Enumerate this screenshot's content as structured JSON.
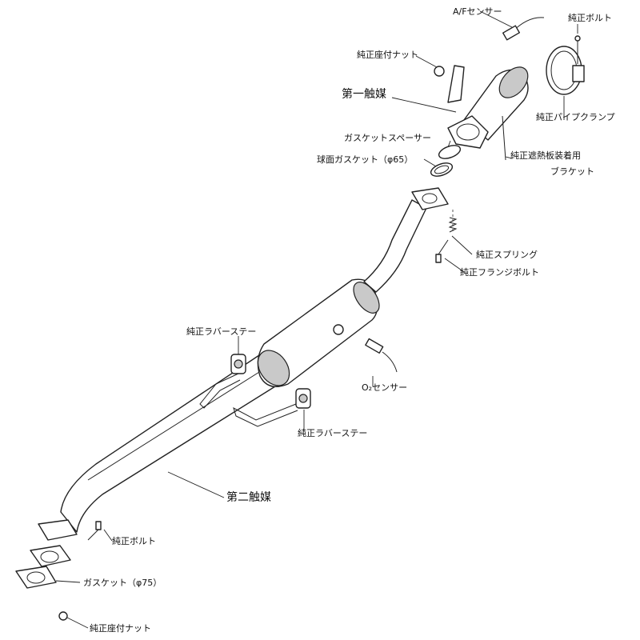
{
  "labels": {
    "af_sensor": "A/Fセンサー",
    "oem_bolt_top": "純正ボルト",
    "oem_seat_nut_top": "純正座付ナット",
    "first_catalyst": "第一触媒",
    "oem_pipe_clamp": "純正パイプクランプ",
    "gasket_spacer": "ガスケットスペーサー",
    "heat_shield_bracket_line1": "純正遮熱板装着用",
    "heat_shield_bracket_line2": "ブラケット",
    "ball_gasket": "球面ガスケット（φ65）",
    "oem_spring": "純正スプリング",
    "oem_flange_bolt": "純正フランジボルト",
    "rubber_stay_upper": "純正ラバーステー",
    "o2_sensor": "O₂センサー",
    "rubber_stay_lower": "純正ラバーステー",
    "second_catalyst": "第二触媒",
    "oem_bolt_bottom": "純正ボルト",
    "gasket_75": "ガスケット（φ75）",
    "oem_seat_nut_bottom": "純正座付ナット"
  }
}
